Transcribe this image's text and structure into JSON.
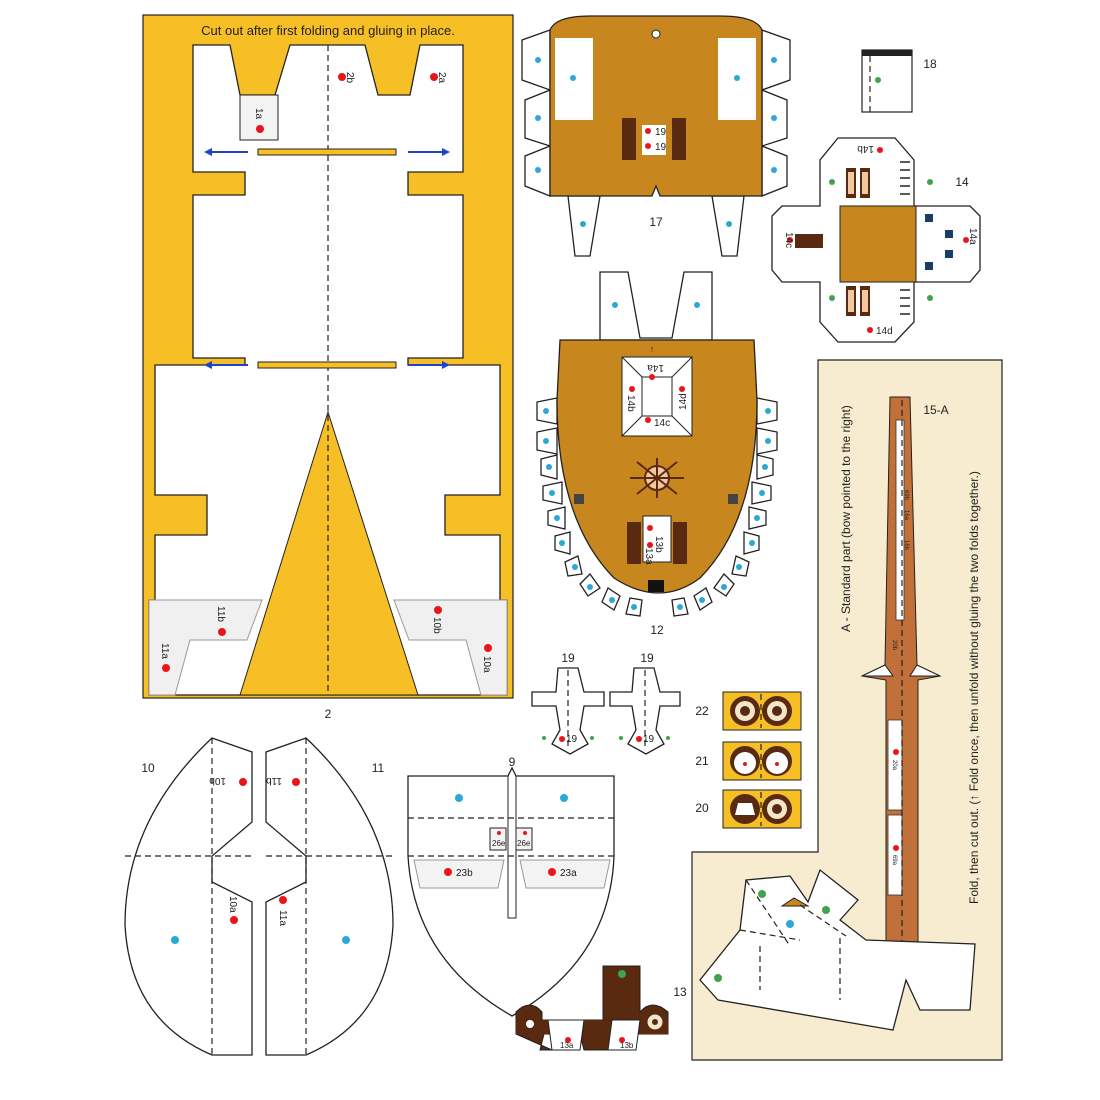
{
  "colors": {
    "panel_yellow": "#f6bf26",
    "panel_cream": "#f8ecd0",
    "deck_wood": "#c8861e",
    "mast_brown": "#c1703a",
    "dark_wood": "#5a2a10",
    "glue_dot": "#e8151b",
    "fold_dot": "#2aa9d4",
    "green_dot": "#3fa34d",
    "arrow_blue": "#1f44c8"
  },
  "part2": {
    "instruction": "Cut out after first folding and gluing in place.",
    "number": "2",
    "labels": [
      "2b",
      "2a",
      "1a",
      "11b",
      "10b",
      "11a",
      "10a"
    ]
  },
  "part17": {
    "number": "17",
    "labels": [
      "19",
      "19"
    ]
  },
  "part18": {
    "number": "18"
  },
  "part14": {
    "number": "14",
    "labels": [
      "14b",
      "14c",
      "14a",
      "14d"
    ]
  },
  "part12": {
    "number": "12",
    "labels": [
      "14a",
      "14b",
      "14d",
      "14c",
      "13b",
      "13a"
    ]
  },
  "part15": {
    "number": "15-A",
    "note1": "A - Standard part (bow pointed to the right)",
    "note2": "Fold, then cut out. (↑ Fold once, then unfold without gluing the two folds together.)",
    "mast_labels": [
      "16a",
      "16b",
      "20a",
      "20b",
      "69a",
      "69b"
    ]
  },
  "part19": {
    "number_left": "19",
    "number_right": "19",
    "label_left": "19",
    "label_right": "19"
  },
  "part22": {
    "number": "22"
  },
  "part21": {
    "number": "21"
  },
  "part20": {
    "number": "20"
  },
  "part10": {
    "number": "10",
    "labels": [
      "10b",
      "10a"
    ]
  },
  "part11": {
    "number": "11",
    "labels": [
      "11b",
      "11a"
    ]
  },
  "part9": {
    "number": "9",
    "labels": [
      "26e",
      "26e",
      "23b",
      "23a"
    ]
  },
  "part13": {
    "number": "13",
    "labels": [
      "13a",
      "13b"
    ]
  }
}
